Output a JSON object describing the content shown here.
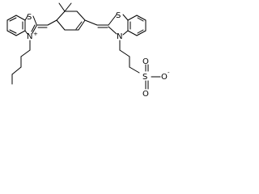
{
  "atoms": {
    "s_left": "S",
    "n_left": "N",
    "n_left_charge": "+",
    "s_right": "S",
    "n_right": "N",
    "sulfonate_s": "S",
    "sulfonate_o_top": "O",
    "sulfonate_o_right": "O",
    "sulfonate_o_right_charge": "-",
    "sulfonate_o_bottom": "O"
  }
}
